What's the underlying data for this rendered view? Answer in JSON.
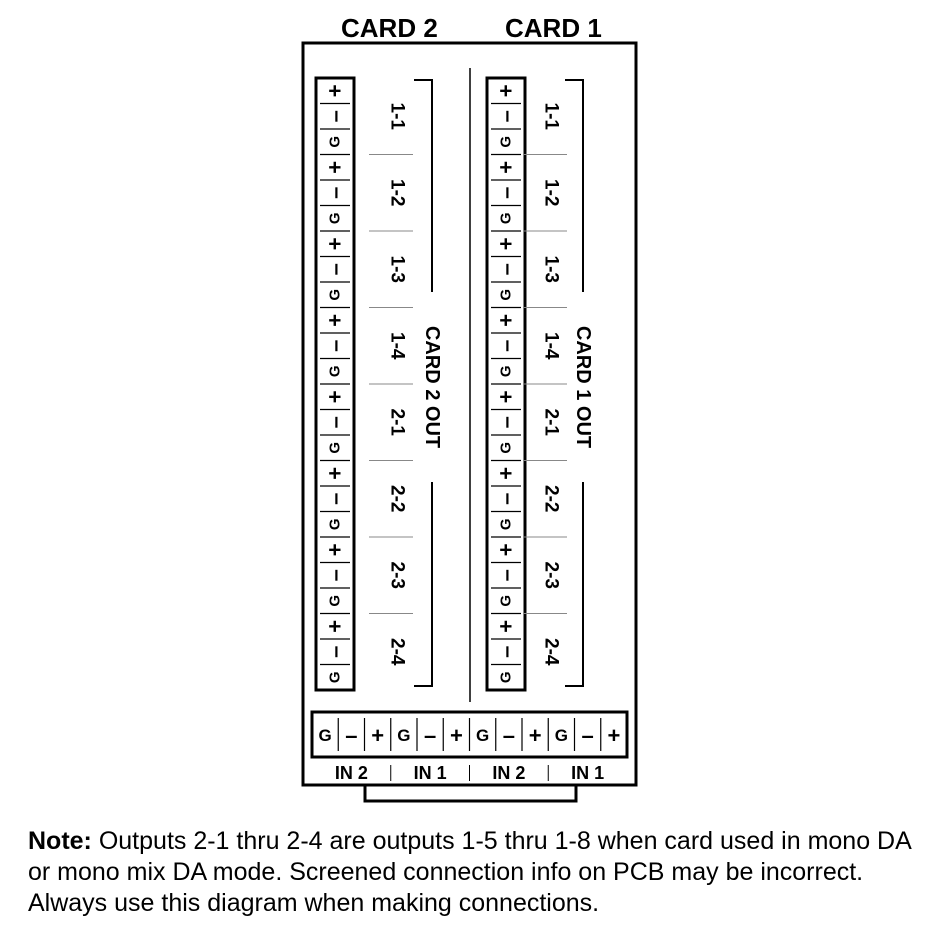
{
  "cards": [
    {
      "id": "card2",
      "title": "CARD 2",
      "out_label": "CARD 2 OUT",
      "terminal_labels": [
        "+",
        "–",
        "G"
      ],
      "outputs": [
        "1-1",
        "1-2",
        "1-3",
        "1-4",
        "2-1",
        "2-2",
        "2-3",
        "2-4"
      ]
    },
    {
      "id": "card1",
      "title": "CARD 1",
      "out_label": "CARD 1 OUT",
      "terminal_labels": [
        "+",
        "–",
        "G"
      ],
      "outputs": [
        "1-1",
        "1-2",
        "1-3",
        "1-4",
        "2-1",
        "2-2",
        "2-3",
        "2-4"
      ]
    }
  ],
  "inputs": {
    "terminal_labels": [
      "G",
      "–",
      "+"
    ],
    "groups": [
      "IN 2",
      "IN 1",
      "IN 2",
      "IN 1"
    ]
  },
  "note": {
    "bold": "Note:",
    "text": " Outputs 2-1 thru 2-4 are outputs 1-5 thru 1-8 when card used in mono DA or mono mix DA mode. Screened connection info on PCB may be incorrect. Always use this diagram when making connections."
  }
}
